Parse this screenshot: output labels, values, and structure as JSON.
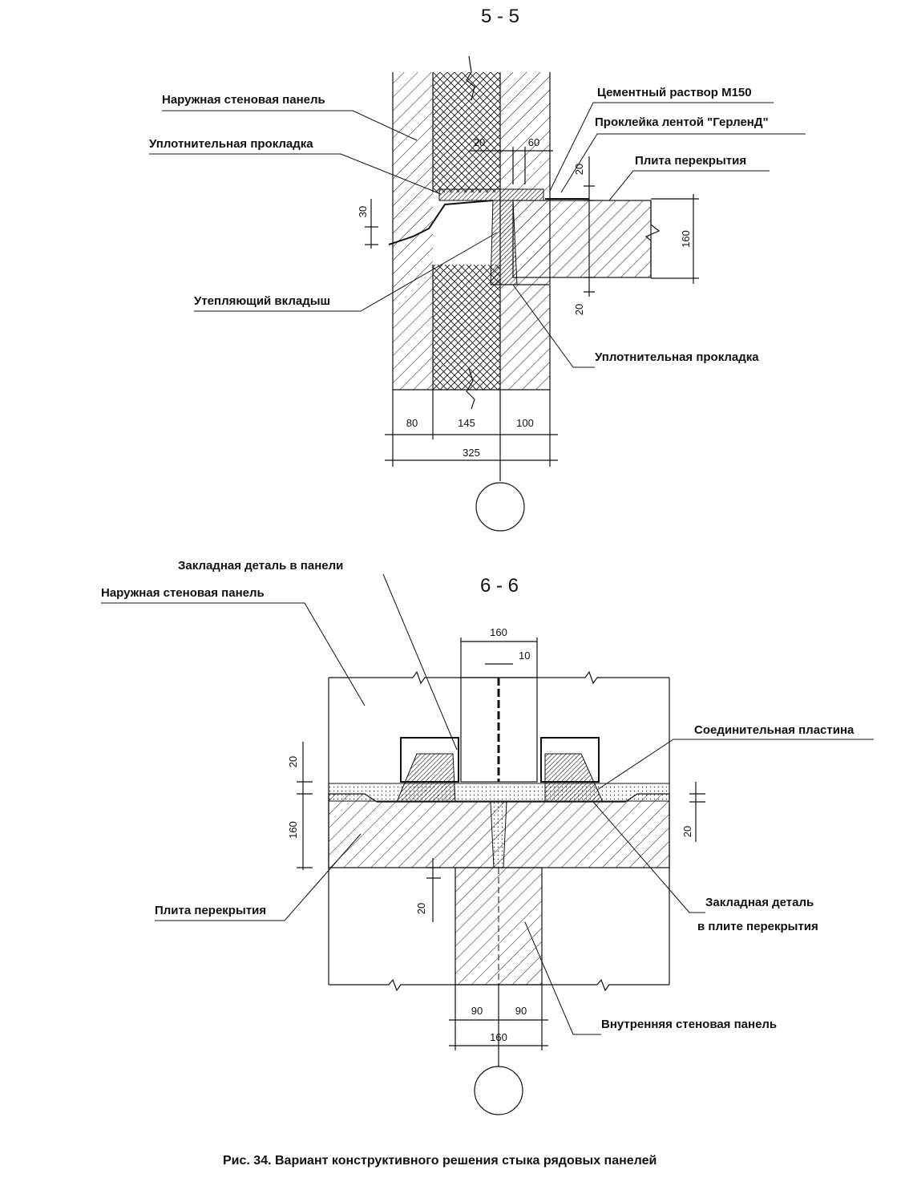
{
  "section_5": {
    "title": "5 - 5",
    "labels": {
      "outer_panel": "Наружная стеновая панель",
      "seal_top": "Уплотнительная прокладка",
      "insert": "Утепляющий вкладыш",
      "seal_bottom": "Уплотнительная прокладка",
      "mortar": "Цементный раствор М150",
      "tape": "Проклейка лентой \"ГерленД\"",
      "slab": "Плита перекрытия"
    },
    "dims": {
      "d30": "30",
      "d20a": "20",
      "d60": "60",
      "d20b": "20",
      "d160": "160",
      "d20c": "20",
      "d80": "80",
      "d145": "145",
      "d100": "100",
      "d325": "325"
    }
  },
  "section_6": {
    "title": "6 - 6",
    "labels": {
      "embed_panel": "Закладная деталь в панели",
      "outer_panel": "Наружная стеновая панель",
      "plate": "Соединительная пластина",
      "slab": "Плита перекрытия",
      "embed_slab_1": "Закладная деталь",
      "embed_slab_2": "в плите перекрытия",
      "inner_panel": "Внутренняя стеновая панель"
    },
    "dims": {
      "d160top": "160",
      "d10": "10",
      "d20l": "20",
      "d160l": "160",
      "d20r": "20",
      "d20low": "20",
      "d90a": "90",
      "d90b": "90",
      "d160bot": "160"
    }
  },
  "caption": "Рис. 34.  Вариант конструктивного решения стыка рядовых панелей"
}
